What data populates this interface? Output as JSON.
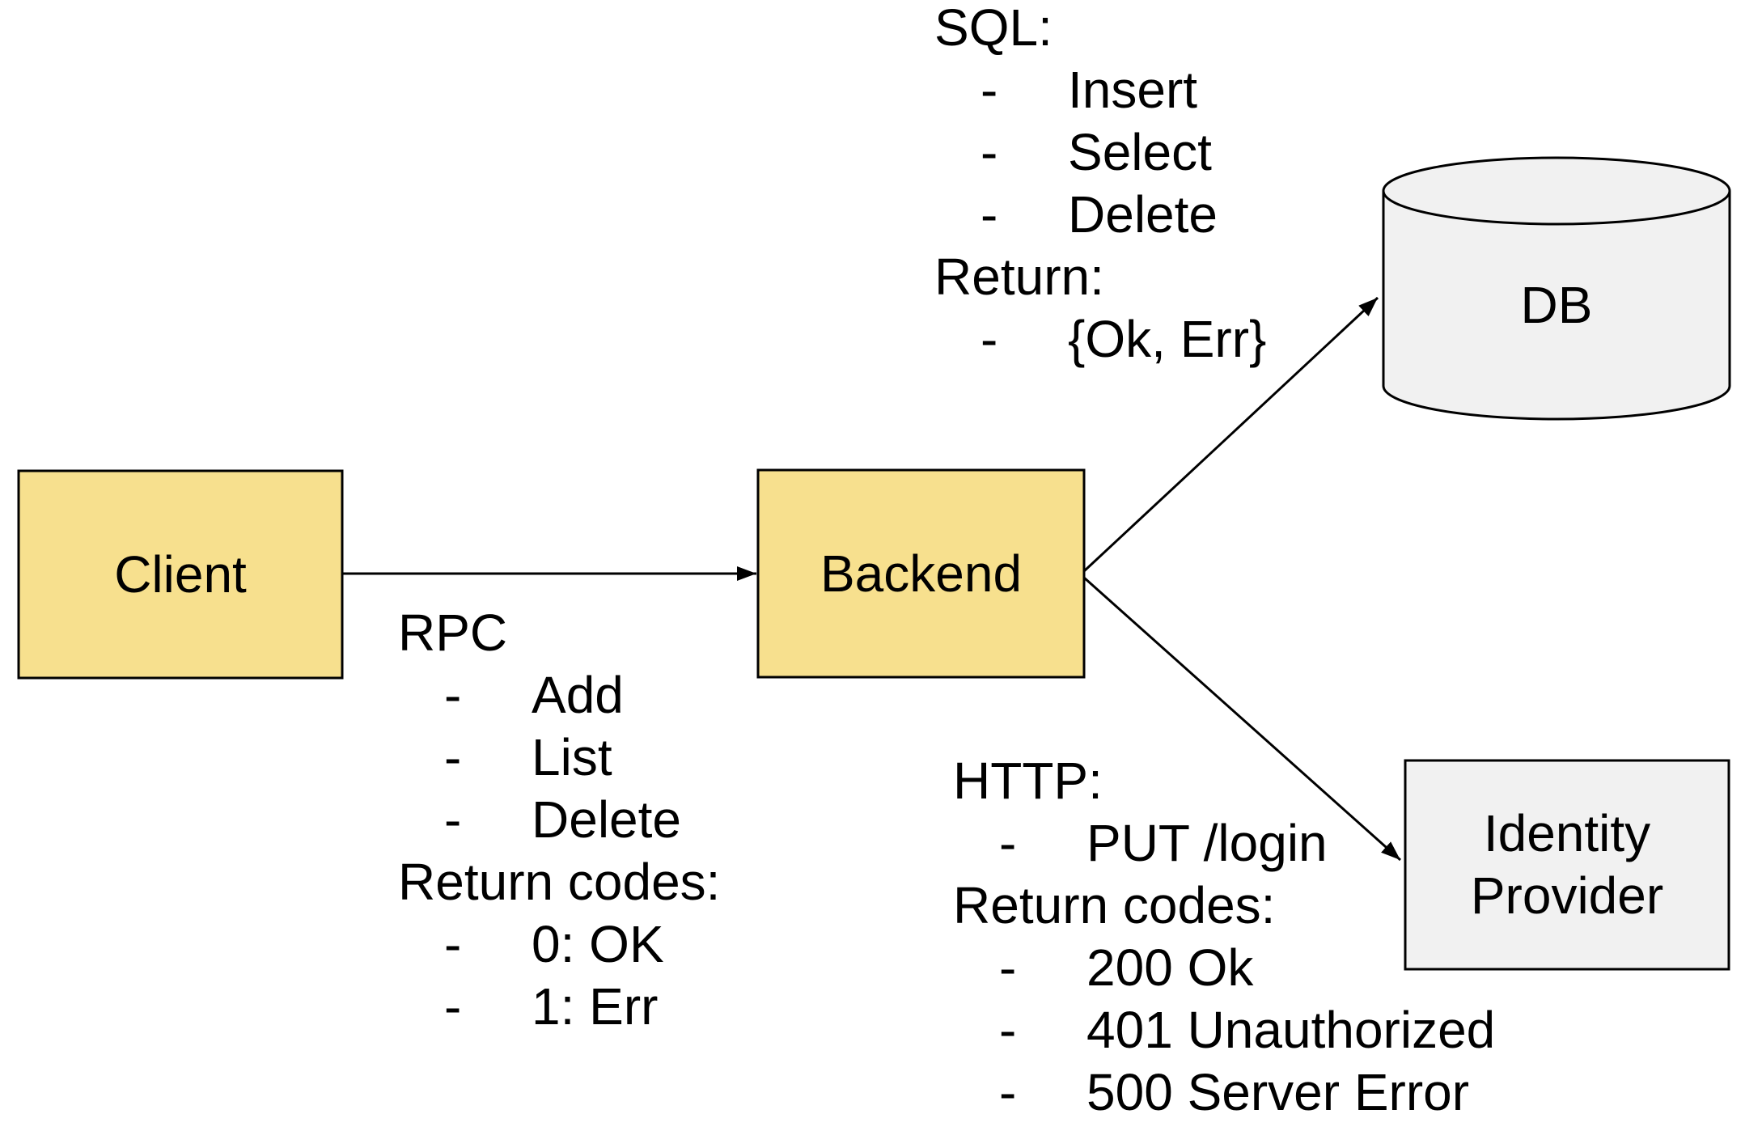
{
  "bullet": "-",
  "colors": {
    "node_yellow": "#F7E08E",
    "node_gray": "#F1F1F1",
    "stroke": "#000000",
    "background": "#FFFFFF"
  },
  "nodes": {
    "client": {
      "label": "Client",
      "fill": "#F7E08E"
    },
    "backend": {
      "label": "Backend",
      "fill": "#F7E08E"
    },
    "db": {
      "label": "DB",
      "fill": "#F1F1F1"
    },
    "identity_provider": {
      "label": "Identity Provider",
      "fill": "#F1F1F1"
    }
  },
  "edges": [
    {
      "from": "Client",
      "to": "Backend"
    },
    {
      "from": "Backend",
      "to": "DB"
    },
    {
      "from": "Backend",
      "to": "Identity Provider"
    }
  ],
  "annotations": {
    "sql": {
      "title": "SQL:",
      "bullets": [
        "Insert",
        "Select",
        "Delete"
      ],
      "subtitle": "Return:",
      "sub_bullets": [
        "{Ok, Err}"
      ]
    },
    "rpc": {
      "title": "RPC",
      "bullets": [
        "Add",
        "List",
        "Delete"
      ],
      "subtitle": "Return codes:",
      "sub_bullets": [
        "0: OK",
        "1: Err"
      ]
    },
    "http": {
      "title": "HTTP:",
      "bullets": [
        "PUT /login"
      ],
      "subtitle": "Return codes:",
      "sub_bullets": [
        "200 Ok",
        "401 Unauthorized",
        "500 Server Error"
      ]
    }
  }
}
